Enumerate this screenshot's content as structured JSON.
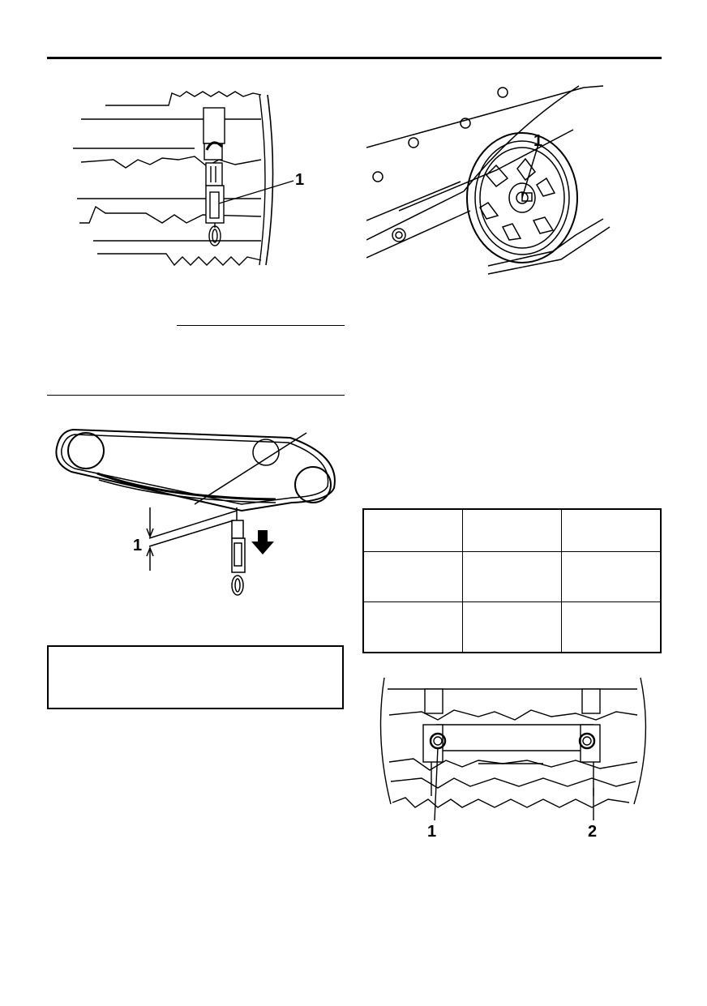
{
  "figures": {
    "scale_on_track": {
      "callouts": [
        "1"
      ]
    },
    "slide_rail_wheel": {
      "callouts": [
        "1"
      ]
    },
    "track_deflection": {
      "callouts": [
        "1"
      ]
    },
    "adjusting_bolts": {
      "callouts": [
        "1",
        "2"
      ]
    }
  },
  "spec_table": {
    "rows": [
      [
        "",
        "",
        ""
      ],
      [
        "",
        "",
        ""
      ],
      [
        "",
        "",
        ""
      ]
    ]
  }
}
